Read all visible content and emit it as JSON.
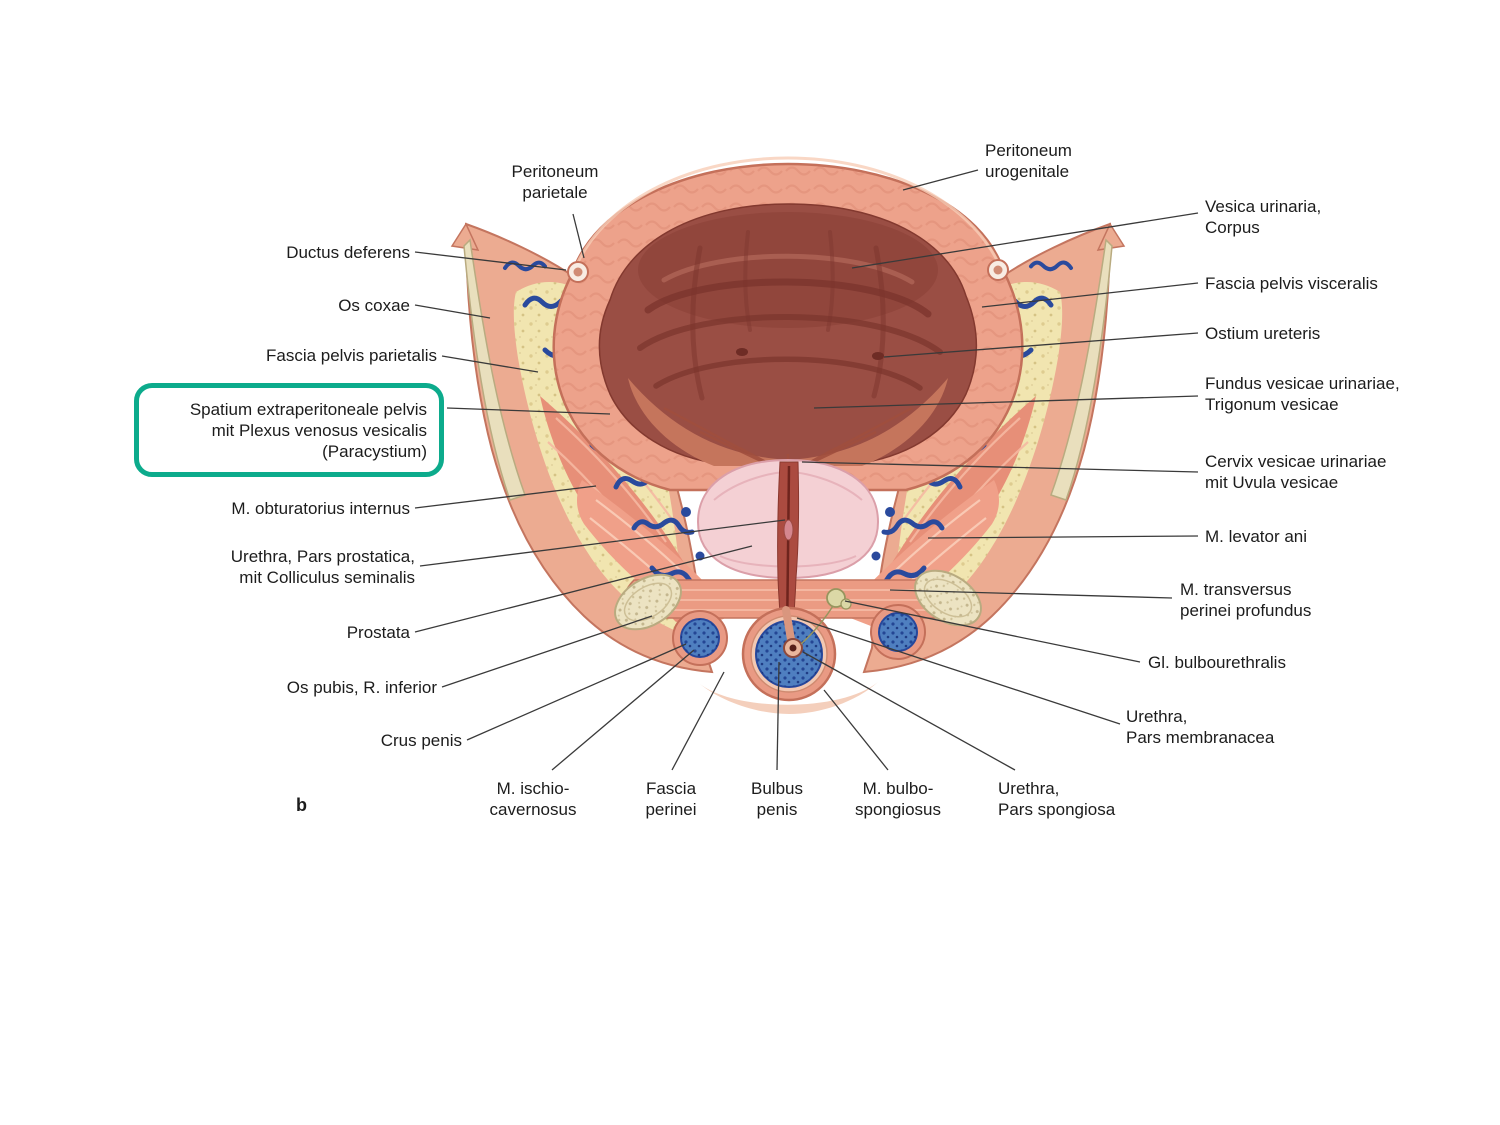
{
  "figure": {
    "panel_letter": "b",
    "highlight_color": "#0cab8c"
  },
  "labels": {
    "peritoneum_parietale": "Peritoneum\nparietale",
    "ductus_deferens": "Ductus deferens",
    "os_coxae": "Os coxae",
    "fascia_pelvis_parietalis": "Fascia pelvis parietalis",
    "spatium_extraperitoneale": "Spatium extraperitoneale pelvis\nmit Plexus venosus vesicalis\n(Paracystium)",
    "m_obturatorius_internus": "M. obturatorius internus",
    "urethra_pars_prostatica": "Urethra, Pars prostatica,\nmit Colliculus seminalis",
    "prostata": "Prostata",
    "os_pubis_r_inferior": "Os pubis, R. inferior",
    "crus_penis": "Crus penis",
    "m_ischiocavernosus": "M. ischio-\ncavernosus",
    "fascia_perinei": "Fascia\nperinei",
    "bulbus_penis": "Bulbus\npenis",
    "m_bulbospongiosus": "M. bulbo-\nspongiosus",
    "urethra_pars_spongiosa": "Urethra,\nPars spongiosa",
    "peritoneum_urogenitale": "Peritoneum\nurogenitale",
    "vesica_urinaria_corpus": "Vesica urinaria,\nCorpus",
    "fascia_pelvis_visceralis": "Fascia pelvis visceralis",
    "ostium_ureteris": "Ostium ureteris",
    "fundus_vesicae": "Fundus vesicae urinariae,\nTrigonum vesicae",
    "cervix_vesicae": "Cervix vesicae urinariae\nmit Uvula vesicae",
    "m_levator_ani": "M. levator ani",
    "m_transversus_perinei": "M. transversus\nperinei profundus",
    "gl_bulbourethralis": "Gl. bulbourethralis",
    "urethra_pars_membranacea": "Urethra,\nPars membranacea"
  }
}
